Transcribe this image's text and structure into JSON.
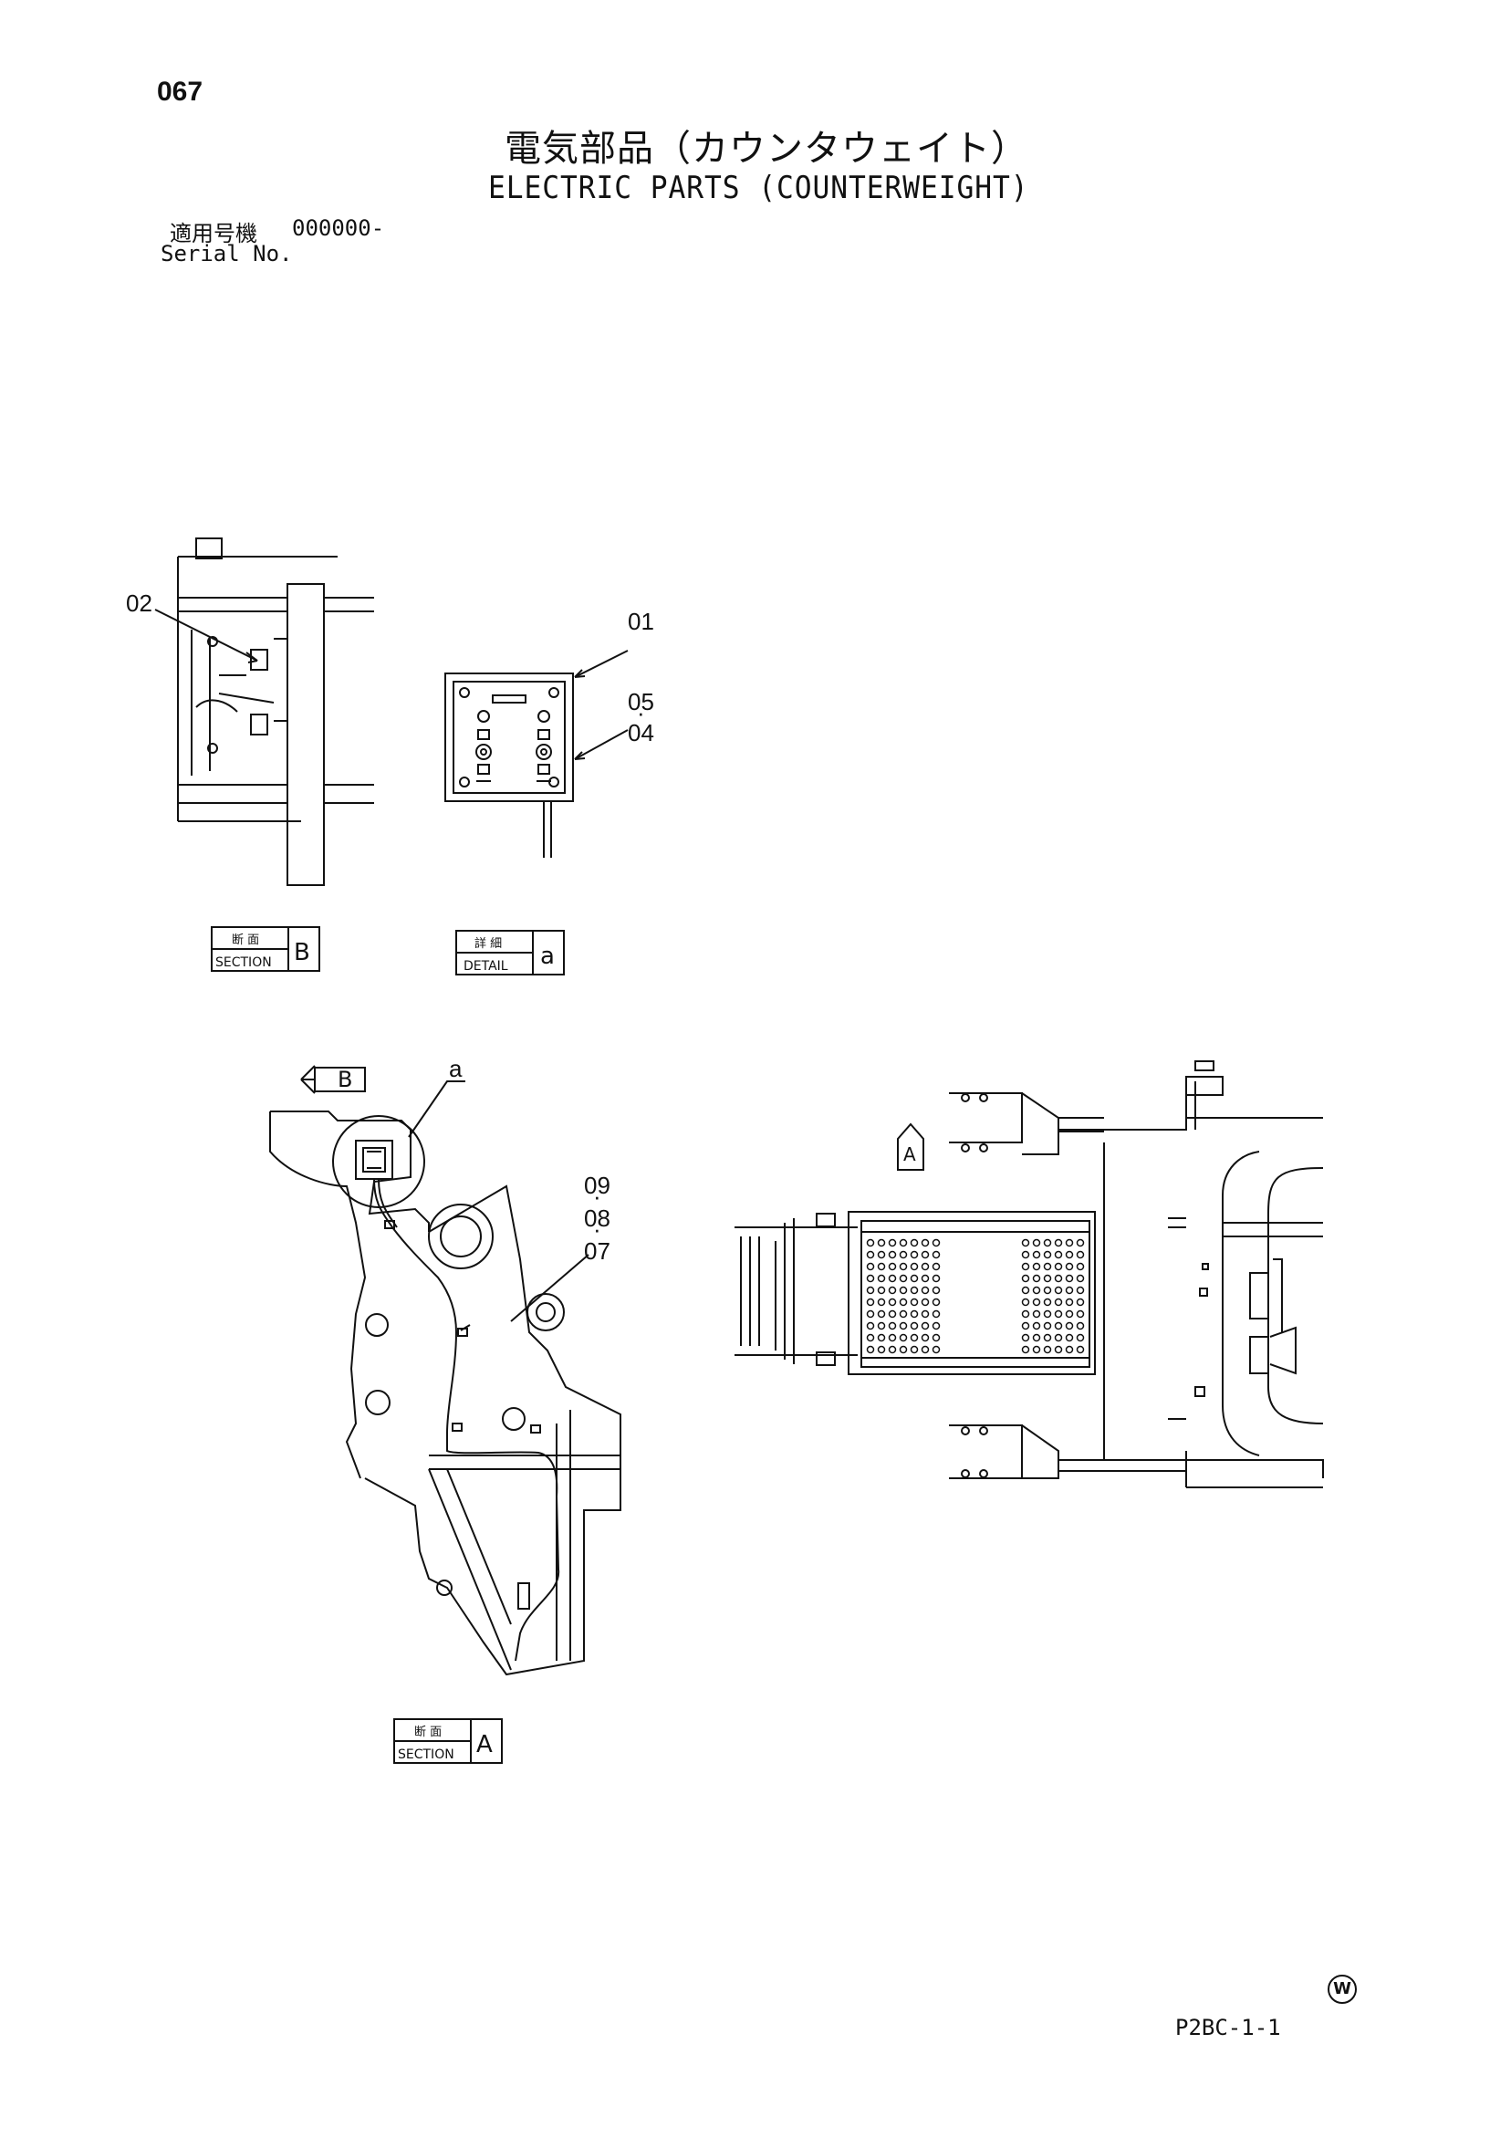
{
  "header": {
    "page_number": "067",
    "title_jp": "電気部品（カウンタウェイト）",
    "title_en": "ELECTRIC PARTS (COUNTERWEIGHT)",
    "serial_label_jp": "適用号機",
    "serial_value": "000000-",
    "serial_label_en": "Serial No."
  },
  "callouts": {
    "c01": "01",
    "c02": "02",
    "c04": "04",
    "c05": "05",
    "c07": "07",
    "c08": "08",
    "c09": "09",
    "dot": "·"
  },
  "view_labels": {
    "section_b": {
      "jp": "断 面",
      "en": "SECTION",
      "letter": "B"
    },
    "detail_a": {
      "jp": "詳 細",
      "en": "DETAIL",
      "letter": "a"
    },
    "section_a": {
      "jp": "断 面",
      "en": "SECTION",
      "letter": "A"
    }
  },
  "arrows": {
    "arrow_b": "B",
    "arrow_a": "A",
    "detail_marker": "a"
  },
  "footer": {
    "code": "P2BC-1-1",
    "mark": "W"
  }
}
